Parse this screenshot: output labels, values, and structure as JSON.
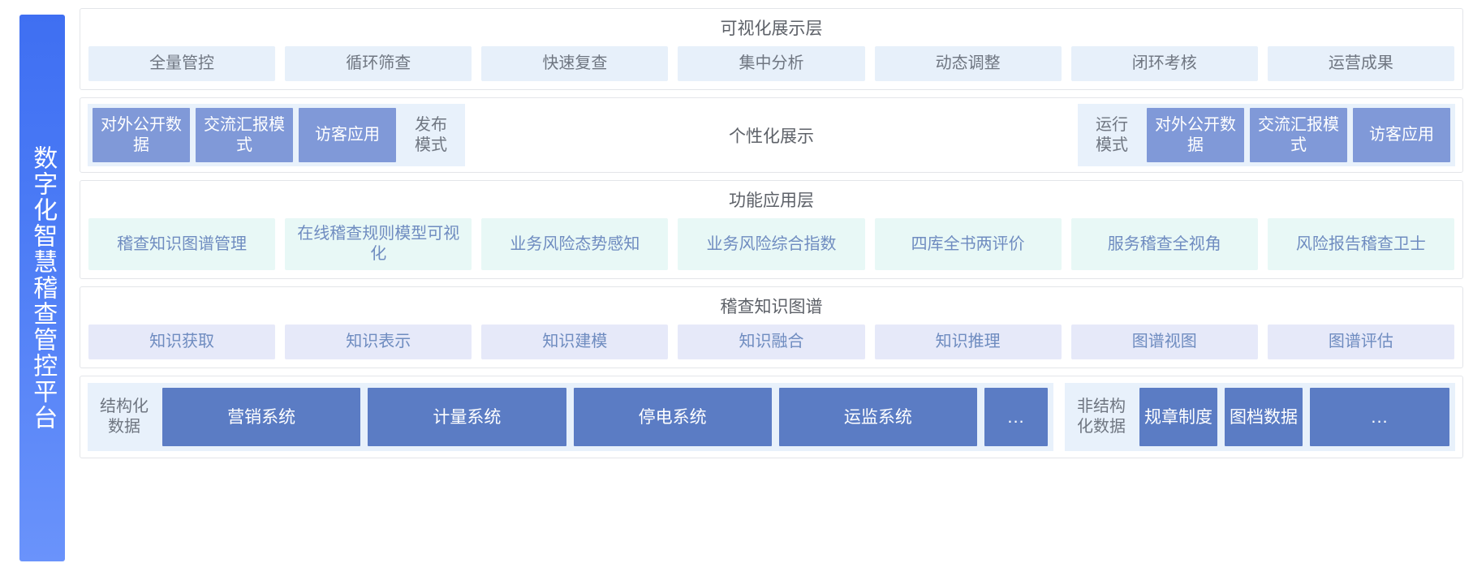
{
  "platform": {
    "title": "数字化智慧稽查管控平台",
    "accent_color": "#4a7af5"
  },
  "layers": [
    {
      "id": "visualization",
      "title": "可视化展示层",
      "chip_color": "#e7f0fa",
      "text_color": "#6f7681",
      "items": [
        "全量管控",
        "循环筛查",
        "快速复查",
        "集中分析",
        "动态调整",
        "闭环考核",
        "运营成果"
      ]
    },
    {
      "id": "modes",
      "center_label": "个性化展示",
      "group_bg": "#e8f1fb",
      "chip_color": "#8099d8",
      "left_group": {
        "chips": [
          "对外公开数据",
          "交流汇报模式",
          "访客应用"
        ],
        "mode_label": "发布模式"
      },
      "right_group": {
        "mode_label": "运行模式",
        "chips": [
          "对外公开数据",
          "交流汇报模式",
          "访客应用"
        ]
      }
    },
    {
      "id": "functional",
      "title": "功能应用层",
      "chip_color": "#e8f8f6",
      "text_color": "#6f8cc0",
      "items": [
        "稽查知识图谱管理",
        "在线稽查规则模型可视化",
        "业务风险态势感知",
        "业务风险综合指数",
        "四库全书两评价",
        "服务稽查全视角",
        "风险报告稽查卫士"
      ]
    },
    {
      "id": "knowledge-graph",
      "title": "稽查知识图谱",
      "chip_color": "#e6e9f9",
      "text_color": "#6f8cc0",
      "items": [
        "知识获取",
        "知识表示",
        "知识建模",
        "知识融合",
        "知识推理",
        "图谱视图",
        "图谱评估"
      ]
    },
    {
      "id": "data-sources",
      "group_bg": "#e8f1fb",
      "chip_color": "#5b7cc4",
      "structured": {
        "label": "结构化数据",
        "items": [
          "营销系统",
          "计量系统",
          "停电系统",
          "运监系统",
          "..."
        ]
      },
      "unstructured": {
        "label": "非结构化数据",
        "items": [
          "规章制度",
          "图档数据",
          "..."
        ]
      }
    }
  ]
}
